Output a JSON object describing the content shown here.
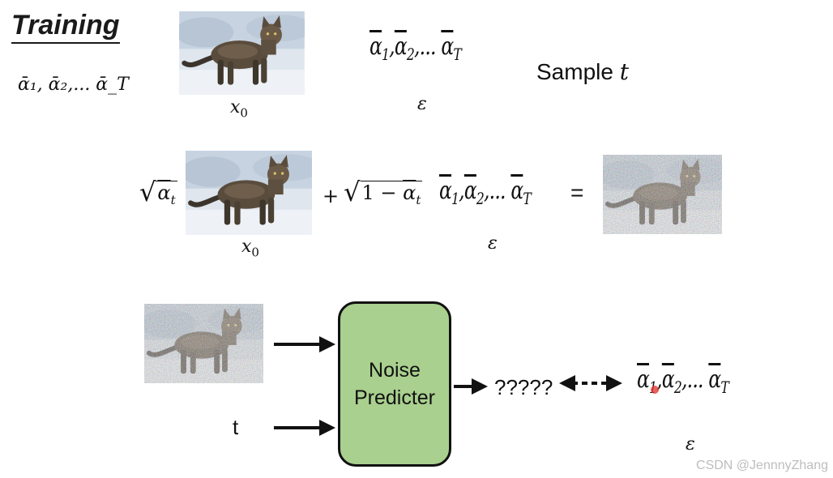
{
  "header": {
    "title": "Training"
  },
  "schedule_text": "ᾱ₁, ᾱ₂,... ᾱ_T",
  "alpha_seq": {
    "a1": "α",
    "s1": "1",
    "a2": "α",
    "s2": "2",
    "dots": ",...",
    "aT": "α",
    "sT": "T",
    "comma": ","
  },
  "labels": {
    "x0_top": "x",
    "x0_top_sub": "0",
    "x0_mid": "x",
    "x0_mid_sub": "0",
    "eps_top": "ε",
    "eps_mid": "ε",
    "eps_bottom": "ε",
    "sample_prefix": "Sample",
    "sample_var": "t",
    "t_input": "t",
    "sqrt_alpha": "α",
    "sqrt_alpha_sub": "t",
    "plus": "+",
    "one_minus": "1 − ",
    "equals": "=",
    "output": "?????"
  },
  "predictor": {
    "line1": "Noise",
    "line2": "Predicter"
  },
  "colors": {
    "predictor_fill": "#a9d08e",
    "snow": "#e6ebf2",
    "cat": "#4a3f33"
  },
  "watermark": "CSDN @JennnyZhang"
}
